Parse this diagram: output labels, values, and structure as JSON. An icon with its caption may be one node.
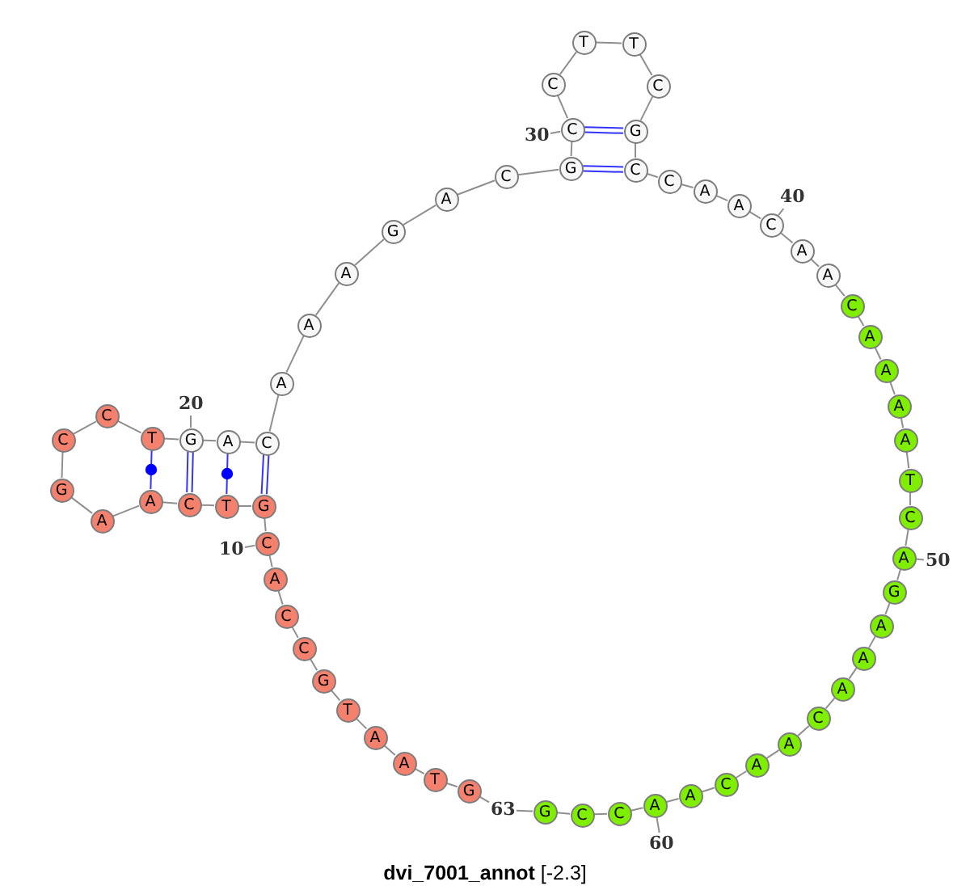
{
  "diagram": {
    "title": "**dvi_7001_annot** [-2.3]",
    "nodes": [
      {
        "text": [
          "G"
        ]
      },
      {
        "text": [
          "T"
        ]
      },
      {
        "text": [
          "A"
        ]
      },
      {
        "text": [
          "A"
        ]
      },
      {
        "text": [
          "T"
        ]
      },
      {
        "text": [
          "G"
        ]
      },
      {
        "text": [
          "C"
        ]
      },
      {
        "text": [
          "C"
        ]
      },
      {
        "text": [
          "A"
        ]
      },
      {
        "text": [
          "C"
        ]
      },
      {
        "text": [
          "G"
        ]
      },
      {
        "text": [
          "T"
        ]
      },
      {
        "text": [
          "C"
        ]
      },
      {
        "text": [
          "A"
        ]
      },
      {
        "text": [
          "A"
        ]
      },
      {
        "text": [
          "G"
        ]
      },
      {
        "text": [
          "C"
        ]
      },
      {
        "text": [
          "C"
        ]
      },
      {
        "text": [
          "T"
        ]
      },
      {
        "text": [
          "G"
        ]
      },
      {
        "text": [
          "A"
        ]
      },
      {
        "text": [
          "C"
        ]
      },
      {
        "text": [
          "A"
        ]
      },
      {
        "text": [
          "A"
        ]
      },
      {
        "text": [
          "A"
        ]
      },
      {
        "text": [
          "G"
        ]
      },
      {
        "text": [
          "A"
        ]
      },
      {
        "text": [
          "C"
        ]
      },
      {
        "text": [
          "G"
        ]
      },
      {
        "text": [
          "C"
        ]
      },
      {
        "text": [
          "C"
        ]
      },
      {
        "text": [
          "T"
        ]
      },
      {
        "text": [
          "T"
        ]
      },
      {
        "text": [
          "C"
        ]
      },
      {
        "text": [
          "G"
        ]
      },
      {
        "text": [
          "C"
        ]
      },
      {
        "text": [
          "C"
        ]
      },
      {
        "text": [
          "A"
        ]
      },
      {
        "text": [
          "A"
        ]
      },
      {
        "text": [
          "C"
        ]
      },
      {
        "text": [
          "A"
        ]
      },
      {
        "text": [
          "A"
        ]
      },
      {
        "text": [
          "C"
        ]
      },
      {
        "text": [
          "A"
        ]
      },
      {
        "text": [
          "A"
        ]
      },
      {
        "text": [
          "A"
        ]
      },
      {
        "text": [
          "A"
        ]
      },
      {
        "text": [
          "T"
        ]
      },
      {
        "text": [
          "C"
        ]
      },
      {
        "text": [
          "A"
        ]
      },
      {
        "text": [
          "G"
        ]
      },
      {
        "text": [
          "A"
        ]
      },
      {
        "text": [
          "A"
        ]
      },
      {
        "text": [
          "A"
        ]
      },
      {
        "text": [
          "C"
        ]
      },
      {
        "text": [
          "A"
        ]
      },
      {
        "text": [
          "A"
        ]
      },
      {
        "text": [
          "C"
        ]
      },
      {
        "text": [
          "A"
        ]
      },
      {
        "text": [
          "A"
        ]
      },
      {
        "text": [
          "C"
        ]
      },
      {
        "text": [
          "C"
        ]
      },
      {
        "text": [
          "G"
        ]
      },
      {
        "text": [
          "10"
        ]
      },
      {
        "text": [
          "20"
        ]
      },
      {
        "text": [
          "30"
        ]
      },
      {
        "text": [
          "40"
        ]
      },
      {
        "text": [
          "50"
        ]
      },
      {
        "text": [
          "60"
        ]
      },
      {
        "text": [
          "63"
        ]
      }
    ],
    "edges": [
      {
        "from": 0,
        "to": 1,
        "arrow": "none"
      },
      {
        "from": 1,
        "to": 2,
        "arrow": "none"
      },
      {
        "from": 2,
        "to": 3,
        "arrow": "none"
      },
      {
        "from": 3,
        "to": 4,
        "arrow": "none"
      },
      {
        "from": 4,
        "to": 5,
        "arrow": "none"
      },
      {
        "from": 5,
        "to": 6,
        "arrow": "none"
      },
      {
        "from": 6,
        "to": 7,
        "arrow": "none"
      },
      {
        "from": 7,
        "to": 8,
        "arrow": "none"
      },
      {
        "from": 8,
        "to": 9,
        "arrow": "none"
      },
      {
        "from": 9,
        "to": 10,
        "arrow": "none"
      },
      {
        "from": 10,
        "to": 11,
        "arrow": "none"
      },
      {
        "from": 11,
        "to": 12,
        "arrow": "none"
      },
      {
        "from": 12,
        "to": 13,
        "arrow": "none"
      },
      {
        "from": 13,
        "to": 14,
        "arrow": "none"
      },
      {
        "from": 14,
        "to": 15,
        "arrow": "none"
      },
      {
        "from": 15,
        "to": 16,
        "arrow": "none"
      },
      {
        "from": 16,
        "to": 17,
        "arrow": "none"
      },
      {
        "from": 17,
        "to": 18,
        "arrow": "none"
      },
      {
        "from": 18,
        "to": 19,
        "arrow": "none"
      },
      {
        "from": 19,
        "to": 20,
        "arrow": "none"
      },
      {
        "from": 20,
        "to": 21,
        "arrow": "none"
      },
      {
        "from": 21,
        "to": 22,
        "arrow": "none"
      },
      {
        "from": 22,
        "to": 23,
        "arrow": "none"
      },
      {
        "from": 23,
        "to": 24,
        "arrow": "none"
      },
      {
        "from": 24,
        "to": 25,
        "arrow": "none"
      },
      {
        "from": 25,
        "to": 26,
        "arrow": "none"
      },
      {
        "from": 26,
        "to": 27,
        "arrow": "none"
      },
      {
        "from": 27,
        "to": 28,
        "arrow": "none"
      },
      {
        "from": 28,
        "to": 29,
        "arrow": "none"
      },
      {
        "from": 29,
        "to": 30,
        "arrow": "none"
      },
      {
        "from": 30,
        "to": 31,
        "arrow": "none"
      },
      {
        "from": 31,
        "to": 32,
        "arrow": "none"
      },
      {
        "from": 32,
        "to": 33,
        "arrow": "none"
      },
      {
        "from": 33,
        "to": 34,
        "arrow": "none"
      },
      {
        "from": 34,
        "to": 35,
        "arrow": "none"
      },
      {
        "from": 35,
        "to": 36,
        "arrow": "none"
      },
      {
        "from": 36,
        "to": 37,
        "arrow": "none"
      },
      {
        "from": 37,
        "to": 38,
        "arrow": "none"
      },
      {
        "from": 38,
        "to": 39,
        "arrow": "none"
      },
      {
        "from": 39,
        "to": 40,
        "arrow": "none"
      },
      {
        "from": 40,
        "to": 41,
        "arrow": "none"
      },
      {
        "from": 41,
        "to": 42,
        "arrow": "none"
      },
      {
        "from": 42,
        "to": 43,
        "arrow": "none"
      },
      {
        "from": 43,
        "to": 44,
        "arrow": "none"
      },
      {
        "from": 44,
        "to": 45,
        "arrow": "none"
      },
      {
        "from": 45,
        "to": 46,
        "arrow": "none"
      },
      {
        "from": 46,
        "to": 47,
        "arrow": "none"
      },
      {
        "from": 47,
        "to": 48,
        "arrow": "none"
      },
      {
        "from": 48,
        "to": 49,
        "arrow": "none"
      },
      {
        "from": 49,
        "to": 50,
        "arrow": "none"
      },
      {
        "from": 50,
        "to": 51,
        "arrow": "none"
      },
      {
        "from": 51,
        "to": 52,
        "arrow": "none"
      },
      {
        "from": 52,
        "to": 53,
        "arrow": "none"
      },
      {
        "from": 53,
        "to": 54,
        "arrow": "none"
      },
      {
        "from": 54,
        "to": 55,
        "arrow": "none"
      },
      {
        "from": 55,
        "to": 56,
        "arrow": "none"
      },
      {
        "from": 56,
        "to": 57,
        "arrow": "none"
      },
      {
        "from": 57,
        "to": 58,
        "arrow": "none"
      },
      {
        "from": 58,
        "to": 59,
        "arrow": "none"
      },
      {
        "from": 59,
        "to": 60,
        "arrow": "none"
      },
      {
        "from": 60,
        "to": 61,
        "arrow": "none"
      },
      {
        "from": 61,
        "to": 62,
        "arrow": "none"
      },
      {
        "from": 10,
        "to": 21,
        "arrow": "none",
        "color": "#3333ff"
      },
      {
        "from": 11,
        "to": 20,
        "arrow": "none",
        "color": "#3333ff"
      },
      {
        "from": 12,
        "to": 19,
        "arrow": "none",
        "color": "#3333ff"
      },
      {
        "from": 13,
        "to": 18,
        "arrow": "none",
        "color": "#3333ff"
      },
      {
        "from": 28,
        "to": 35,
        "arrow": "none",
        "color": "#3333ff"
      },
      {
        "from": 29,
        "to": 34,
        "arrow": "none",
        "color": "#3333ff"
      },
      {
        "from": 63,
        "to": 9,
        "arrow": "none"
      },
      {
        "from": 64,
        "to": 19,
        "arrow": "none"
      },
      {
        "from": 65,
        "to": 29,
        "arrow": "none"
      },
      {
        "from": 66,
        "to": 39,
        "arrow": "none"
      },
      {
        "from": 67,
        "to": 49,
        "arrow": "none"
      },
      {
        "from": 68,
        "to": 59,
        "arrow": "none"
      },
      {
        "from": 69,
        "to": 62,
        "arrow": "none"
      },
      {
        "from": 69,
        "to": 0,
        "arrow": "none"
      }
    ]
  }
}
